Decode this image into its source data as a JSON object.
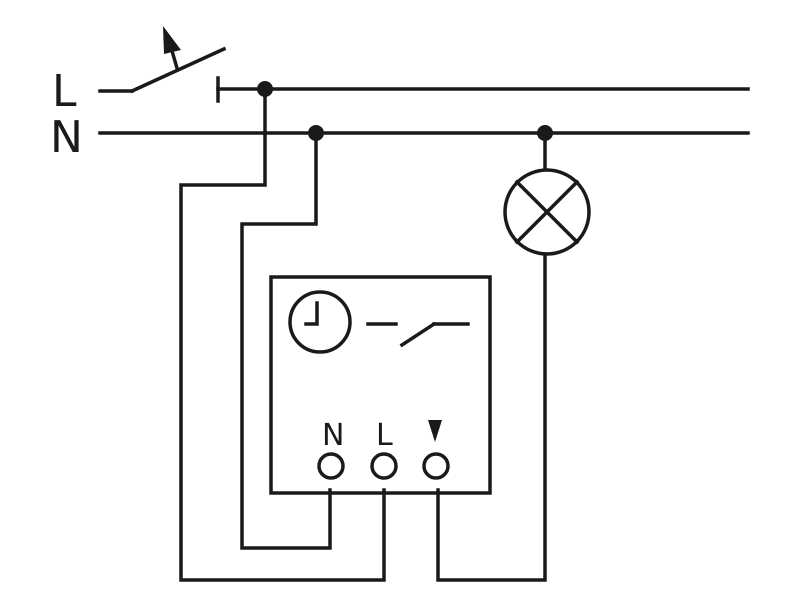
{
  "rails": {
    "live_label": "L",
    "neutral_label": "N"
  },
  "timer": {
    "terminals": {
      "neutral": "N",
      "live": "L"
    }
  },
  "icons": {
    "switch": "push-button-switch-icon",
    "lamp": "lamp-icon",
    "clock": "clock-icon",
    "contact": "switch-contact-icon",
    "output": "output-arrow-icon"
  },
  "colors": {
    "line": "#1a1a1a",
    "background": "#ffffff"
  }
}
